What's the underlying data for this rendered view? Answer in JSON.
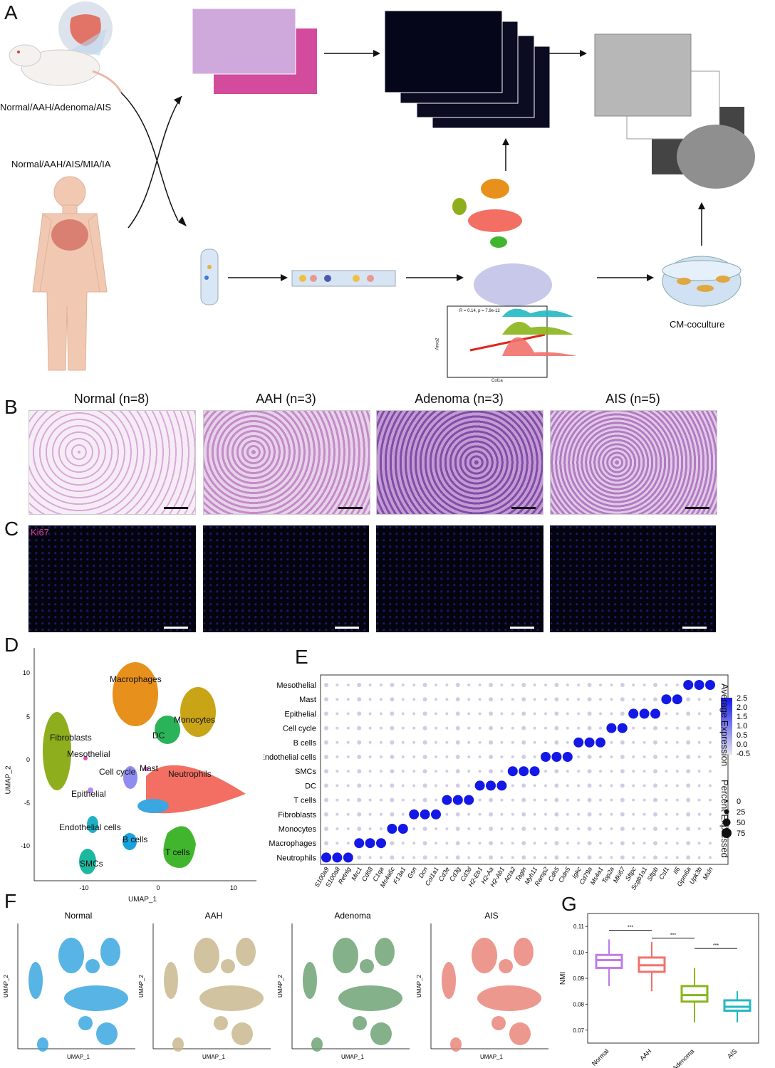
{
  "panels": {
    "A": "A",
    "B": "B",
    "C": "C",
    "D": "D",
    "E": "E",
    "F": "F",
    "G": "G"
  },
  "panelA": {
    "mouse_label": "Normal/AAH/Adenoma/AIS",
    "human_label": "Normal/AAH/AIS/MIA/IA",
    "coculture_label": "CM-coculture",
    "mini_scatter_text": "R = 0.14, p = 7.9e-12",
    "mini_xlabel": "Col1a",
    "mini_ylabel": "Anxa2"
  },
  "panelB": {
    "titles": [
      "Normal (n=8)",
      "AAH (n=3)",
      "Adenoma (n=3)",
      "AIS (n=5)"
    ]
  },
  "panelC": {
    "marker": "Ki67"
  },
  "panelD": {
    "xlabel": "UMAP_1",
    "ylabel": "UMAP_2",
    "clusters": [
      {
        "name": "Macrophages",
        "color": "#e8901c"
      },
      {
        "name": "Monocytes",
        "color": "#c9a417"
      },
      {
        "name": "DC",
        "color": "#2bb35a"
      },
      {
        "name": "Fibroblasts",
        "color": "#8fae1e"
      },
      {
        "name": "Mesothelial",
        "color": "#e04fb6"
      },
      {
        "name": "Cell cycle",
        "color": "#8f8ef0"
      },
      {
        "name": "Mast",
        "color": "#e070d8"
      },
      {
        "name": "Neutrophils",
        "color": "#f36f63"
      },
      {
        "name": "Epithelial",
        "color": "#b58ce8"
      },
      {
        "name": "Endothelial cells",
        "color": "#1fb2c6"
      },
      {
        "name": "B cells",
        "color": "#1aa2de"
      },
      {
        "name": "T cells",
        "color": "#41b52d"
      },
      {
        "name": "SMCs",
        "color": "#1cb8a0"
      }
    ],
    "xticks": [
      "-10",
      "0",
      "10"
    ],
    "yticks": [
      "10",
      "5",
      "0",
      "-5",
      "-10"
    ]
  },
  "panelE": {
    "rows": [
      "Mesothelial",
      "Mast",
      "Epithelial",
      "Cell cycle",
      "B cells",
      "Endothelial cells",
      "SMCs",
      "DC",
      "T cells",
      "Fibroblasts",
      "Monocytes",
      "Macrophages",
      "Neutrophils"
    ],
    "genes": [
      "S100a9",
      "S100a8",
      "Retnlg",
      "Mrc1",
      "Cd68",
      "C1qa",
      "Ms4a6c",
      "F13a1",
      "Gsn",
      "Dcn",
      "Col1a1",
      "Cd3e",
      "Cd3g",
      "Cd3d",
      "H2-Eb1",
      "H2-Aa",
      "H2-Ab1",
      "Acta2",
      "Tagln",
      "Myh11",
      "Ramp2",
      "Cdh5",
      "Cldn5",
      "Igkc",
      "Cd79a",
      "Ms4a1",
      "Top2a",
      "Mki67",
      "Sftpc",
      "Scgb1a1",
      "Sftpb",
      "Csf1",
      "Il6",
      "Gpm6a",
      "Upk3b",
      "Msln"
    ],
    "legend_expr_title": "Average Expression",
    "legend_expr_ticks": [
      "2.5",
      "2.0",
      "1.5",
      "1.0",
      "0.5",
      "0.0",
      "-0.5"
    ],
    "legend_pct_title": "Percent Expressed",
    "legend_pct_ticks": [
      "0",
      "25",
      "50",
      "75"
    ]
  },
  "panelF": {
    "titles": [
      "Normal",
      "AAH",
      "Adenoma",
      "AIS"
    ],
    "colors": [
      "#3aa7e0",
      "#c9b98e",
      "#6fa276",
      "#e9867a"
    ],
    "xlabel": "UMAP_1",
    "ylabel": "UMAP_2"
  },
  "chart_data": {
    "type": "box",
    "ylabel": "NMI",
    "categories": [
      "Normal",
      "AAH",
      "Adenoma",
      "AIS"
    ],
    "colors": [
      "#c07be8",
      "#f2716d",
      "#8ab51a",
      "#22b8c2"
    ],
    "boxes": [
      {
        "q1": 0.094,
        "median": 0.097,
        "q3": 0.099,
        "wlow": 0.087,
        "whigh": 0.105
      },
      {
        "q1": 0.0925,
        "median": 0.095,
        "q3": 0.098,
        "wlow": 0.085,
        "whigh": 0.104
      },
      {
        "q1": 0.081,
        "median": 0.0835,
        "q3": 0.087,
        "wlow": 0.073,
        "whigh": 0.094
      },
      {
        "q1": 0.0775,
        "median": 0.079,
        "q3": 0.0815,
        "wlow": 0.073,
        "whigh": 0.085
      }
    ],
    "ylim": [
      0.065,
      0.115
    ],
    "yticks": [
      "0.07",
      "0.08",
      "0.09",
      "0.10",
      "0.11"
    ],
    "significance": [
      "***",
      "***",
      "***"
    ]
  }
}
